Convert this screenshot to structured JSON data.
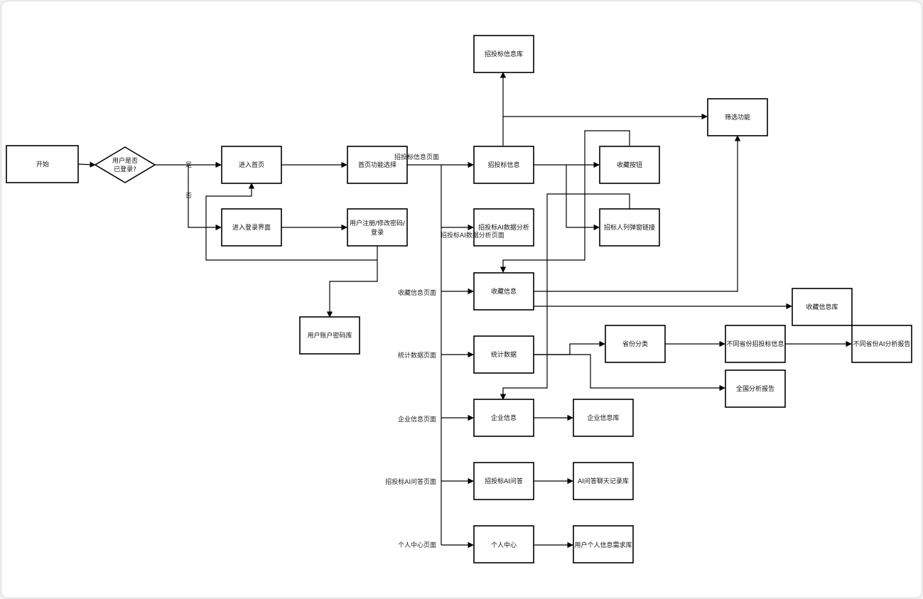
{
  "nodes": {
    "start": "开始",
    "logged_in_q_line1": "用户是否",
    "logged_in_q_line2": "已登录?",
    "enter_home": "进入首页",
    "enter_login": "进入登录界面",
    "home_select": "首页功能选择",
    "register_line1": "用户注册/修改密码/",
    "register_line2": "登录",
    "account_db": "用户账户密码库",
    "bid_db": "招投标信息库",
    "filter": "筛选功能",
    "bid_info": "招投标信息",
    "fav_button": "收藏按钮",
    "bid_ai": "招投标AI数据分析",
    "bidder_popup": "招标人列弹窗链接",
    "fav_info": "收藏信息",
    "fav_db": "收藏信息库",
    "stats": "统计数据",
    "province": "省份分类",
    "prov_bid": "不同省份招投标信息",
    "prov_ai": "不同省份AI分析报告",
    "national": "全国分析报告",
    "company": "企业信息",
    "company_db": "企业信息库",
    "bid_qa": "招投标AI问答",
    "qa_db": "AI问答聊天记录库",
    "personal": "个人中心",
    "personal_db": "用户个人信息需求库"
  },
  "edges": {
    "yes": "是",
    "no": "否",
    "bid_page": "招投标信息页面",
    "ai_page": "招投标AI数据分析页面",
    "fav_page": "收藏信息页面",
    "stats_page": "统计数据页面",
    "company_page": "企业信息页面",
    "qa_page": "招投标AI问答页面",
    "personal_page": "个人中心页面"
  }
}
